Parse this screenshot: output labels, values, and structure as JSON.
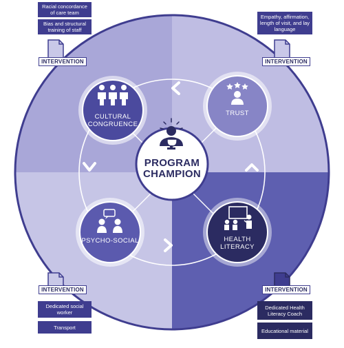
{
  "center": {
    "line1": "PROGRAM",
    "line2": "CHAMPION"
  },
  "nodes": {
    "cultural": {
      "line1": "CULTURAL",
      "line2": "CONGRUENCE"
    },
    "trust": {
      "label": "TRUST"
    },
    "psycho": {
      "label": "PSYCHO-SOCIAL"
    },
    "health": {
      "line1": "HEALTH",
      "line2": "LITERACY"
    }
  },
  "interventions": {
    "top_left": {
      "label": "INTERVENTION",
      "notes": [
        "Racial concordance of care team",
        "Bias and structural training of staff"
      ]
    },
    "top_right": {
      "label": "INTERVENTION",
      "notes": [
        "Empathy, affirmation, length of visit, and lay language"
      ]
    },
    "bottom_left": {
      "label": "INTERVENTION",
      "notes": [
        "Dedicated social worker",
        "Transport"
      ]
    },
    "bottom_right": {
      "label": "INTERVENTION",
      "notes": [
        "Dedicated Health Literacy Coach",
        "Educational material"
      ]
    }
  },
  "colors": {
    "quadrant_top_left": "#a9a7d8",
    "quadrant_top_right": "#bfbde3",
    "quadrant_bottom_left": "#c6c5e6",
    "quadrant_bottom_right": "#5e5fb0",
    "outer_ring": "#3f3d8f",
    "cultural": "#4b4a9e",
    "trust": "#8785c6",
    "psycho": "#5b5aae",
    "health": "#2b2b61",
    "note_box": "#3f3d8f"
  },
  "icons": {
    "cultural": "three-people-icon",
    "trust": "person-with-stars-icon",
    "psycho": "two-people-talking-icon",
    "health": "classroom-presentation-icon",
    "center": "trophy-person-icon",
    "document": "document-icon"
  }
}
